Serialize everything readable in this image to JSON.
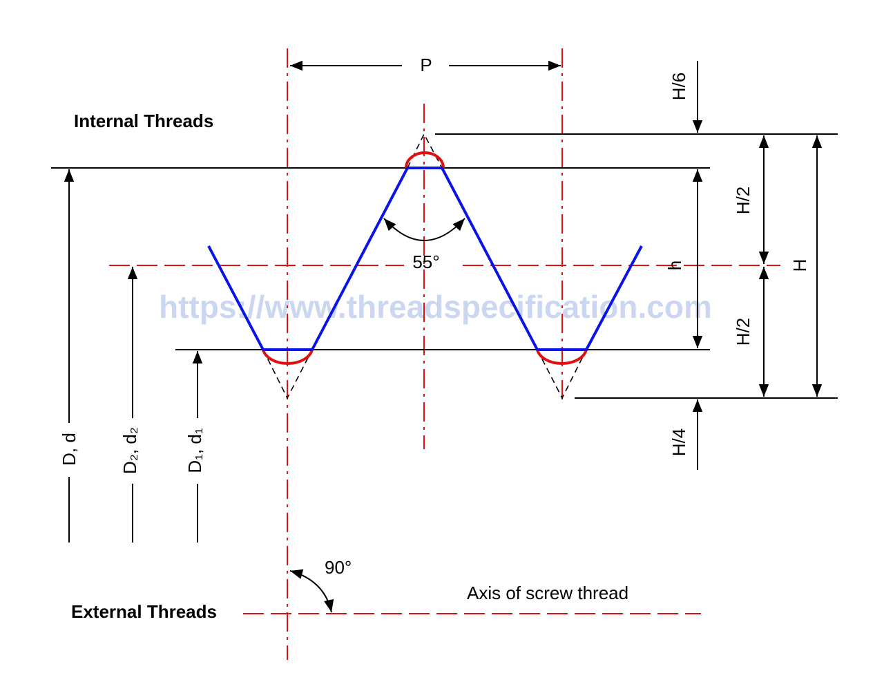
{
  "labels": {
    "internal": "Internal Threads",
    "external": "External Threads",
    "axis": "Axis of screw thread",
    "pitch": "P",
    "angle_flank": "55°",
    "angle_axis": "90°",
    "h6": "H/6",
    "h2_top": "H/2",
    "h2_bottom": "H/2",
    "H": "H",
    "h": "h",
    "h4": "H/4",
    "major": "D, d",
    "pitch_dia": "D₂, d₂",
    "minor": "D₁, d₁"
  },
  "watermark": "https://www.threadspecification.com",
  "colors": {
    "profile": "#0a14e6",
    "rounding": "#e01010",
    "centerline": "#e01010",
    "watermark": "#c3d0ee"
  }
}
